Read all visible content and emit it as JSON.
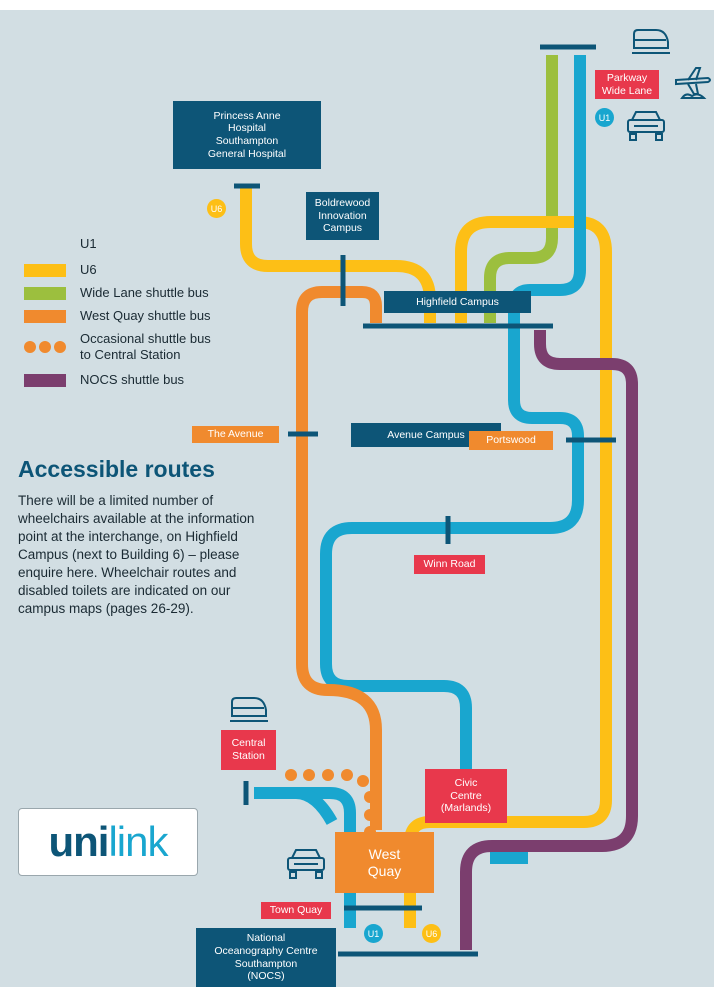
{
  "colors": {
    "background": "#d2dee3",
    "u1": "#19a6cf",
    "u6": "#fdbf16",
    "wide_lane": "#9cbf3e",
    "west_quay": "#f08a2e",
    "nocs": "#7b3e6e",
    "label_blue": "#0d5577",
    "label_red": "#e8384c"
  },
  "legend": {
    "u1": "U1",
    "u6": "U6",
    "wide_lane": "Wide Lane shuttle bus",
    "west_quay": "West Quay shuttle bus",
    "occasional": "Occasional shuttle bus\nto Central Station",
    "nocs": "NOCS shuttle bus"
  },
  "accessible": {
    "title": "Accessible routes",
    "body": "There will be a limited number of wheelchairs available at the information point at the interchange, on Highfield Campus (next to Building 6) – please enquire here. Wheelchair routes and disabled toilets are indicated on our campus maps (pages 26-29)."
  },
  "logo": {
    "uni": "uni",
    "link": "link"
  },
  "stops": {
    "princess_anne": "Princess Anne\nHospital\nSouthampton\nGeneral Hospital",
    "boldrewood": "Boldrewood\nInnovation\nCampus",
    "highfield": "Highfield Campus",
    "parkway": "Parkway\nWide Lane",
    "the_avenue": "The Avenue",
    "avenue_campus": "Avenue Campus",
    "portswood": "Portswood",
    "winn_road": "Winn Road",
    "central_station": "Central\nStation",
    "civic_centre": "Civic\nCentre\n(Marlands)",
    "west_quay": "West\nQuay",
    "town_quay": "Town Quay",
    "nocs": "National\nOceanography Centre\nSouthampton\n(NOCS)"
  },
  "badges": {
    "u1": "U1",
    "u6": "U6"
  },
  "icons": [
    "train-icon",
    "plane-icon",
    "car-icon"
  ]
}
